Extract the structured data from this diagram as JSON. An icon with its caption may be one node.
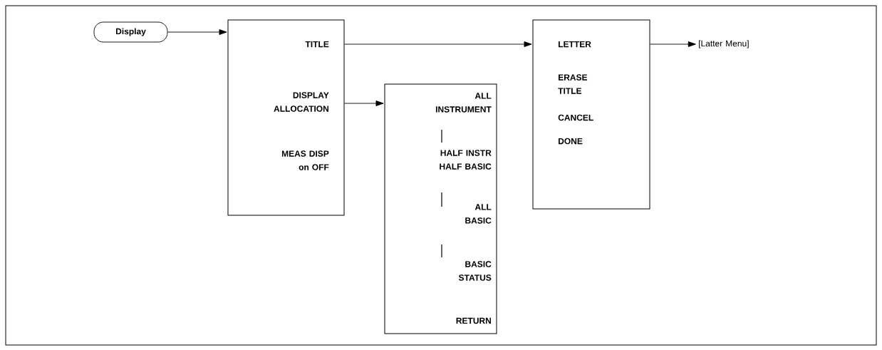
{
  "diagram": {
    "nodes": [
      {
        "text": [
          "Display"
        ]
      },
      {
        "text": [
          "TITLE",
          "DISPLAY ALLOCATION",
          "MEAS DISP on OFF"
        ]
      },
      {
        "text": [
          "ALL INSTRUMENT",
          "HALF INSTR HALF BASIC",
          "ALL BASIC",
          "BASIC STATUS",
          "RETURN"
        ]
      },
      {
        "text": [
          "LETTER",
          "ERASE TITLE",
          "CANCEL",
          "DONE"
        ]
      },
      {
        "text": [
          "[Latter Menu]"
        ]
      }
    ],
    "edges": [
      {
        "from": 0,
        "to": 1,
        "arrow": "to"
      },
      {
        "from": 1,
        "to": 3,
        "arrow": "to"
      },
      {
        "from": 1,
        "to": 2,
        "arrow": "to"
      },
      {
        "from": 3,
        "to": 4,
        "arrow": "to"
      }
    ]
  }
}
